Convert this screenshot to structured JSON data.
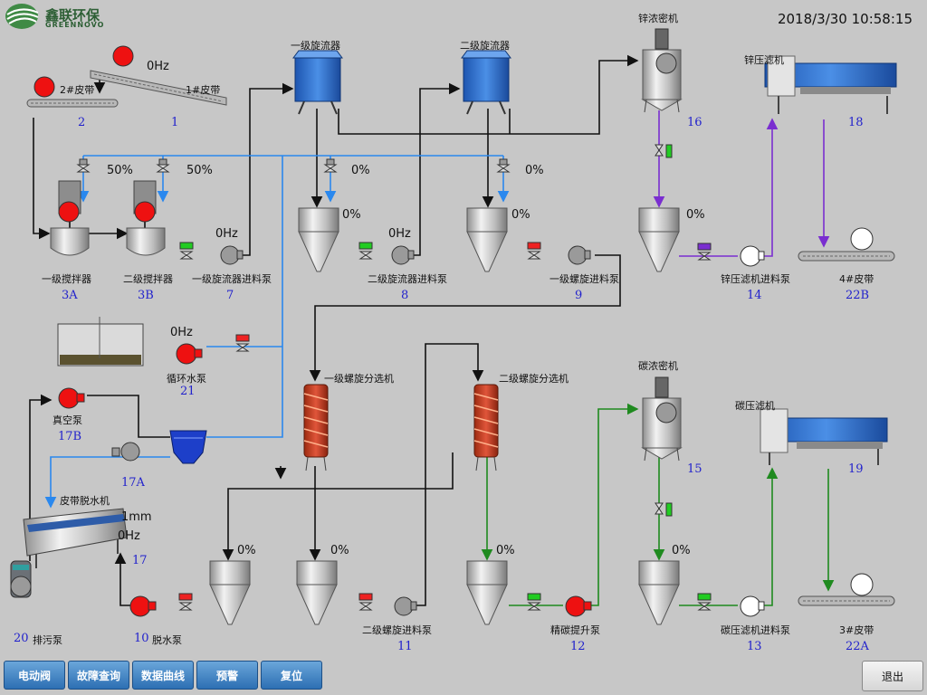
{
  "logo": {
    "name": "鑫联环保",
    "sub": "GREENNOVO"
  },
  "datetime": "2018/3/30 10:58:15",
  "labels": {
    "belt2": "2#皮带",
    "belt1": "1#皮带",
    "hz_belt": "0Hz",
    "cyc1": "一级旋流器",
    "cyc2": "二级旋流器",
    "zinc_thick": "锌浓密机",
    "zinc_filter": "锌压滤机",
    "num_2": "2",
    "num_1": "1",
    "num_16": "16",
    "num_18": "18",
    "valve1_pct": "50%",
    "valve2_pct": "50%",
    "valve3_pct": "0%",
    "valve4_pct": "0%",
    "mix1": "一级搅拌器",
    "mix2": "二级搅拌器",
    "pump7": "一级旋流器进料泵",
    "num_3a": "3A",
    "num_3b": "3B",
    "num_7": "7",
    "pump7_hz": "0Hz",
    "pump8_hz": "0Hz",
    "tank_a_pct": "0%",
    "tank_b_pct": "0%",
    "tank_c_pct": "0%",
    "pump8": "二级旋流器进料泵",
    "pump9": "一级螺旋进料泵",
    "pump14": "锌压滤机进料泵",
    "num_8": "8",
    "num_9": "9",
    "num_14": "14",
    "belt4": "4#皮带",
    "num_22b": "22B",
    "circ_hz": "0Hz",
    "circ": "循环水泵",
    "num_21": "21",
    "vac": "真空泵",
    "num_17b": "17B",
    "num_17a": "17A",
    "spiral1": "一级螺旋分选机",
    "spiral2": "二级螺旋分选机",
    "carbon_thick": "碳浓密机",
    "carbon_filter": "碳压滤机",
    "num_15": "15",
    "num_19": "19",
    "belt_dry": "皮带脱水机",
    "mm": "1mm",
    "dry_hz": "0Hz",
    "num_17": "17",
    "tank_d_pct": "0%",
    "tank_e_pct": "0%",
    "tank_f_pct": "0%",
    "tank_g_pct": "0%",
    "num_20": "20",
    "sewage": "排污泵",
    "num_10": "10",
    "dewater": "脱水泵",
    "pump11": "二级螺旋进料泵",
    "num_11": "11",
    "pump12": "精碳提升泵",
    "num_12": "12",
    "pump13": "碳压滤机进料泵",
    "num_13": "13",
    "belt3": "3#皮带",
    "num_22a": "22A"
  },
  "buttons": [
    "电动阀",
    "故障查询",
    "数据曲线",
    "预警",
    "复位"
  ],
  "exit": "退出",
  "colors": {
    "stopped": "#ee1111",
    "off": "#d8d8d8",
    "valve_open": "#22cc22",
    "valve_closed": "#ee2222",
    "water": "#2a88ee",
    "clear": "#7a2ed0",
    "carbon": "#1f8a1f"
  }
}
